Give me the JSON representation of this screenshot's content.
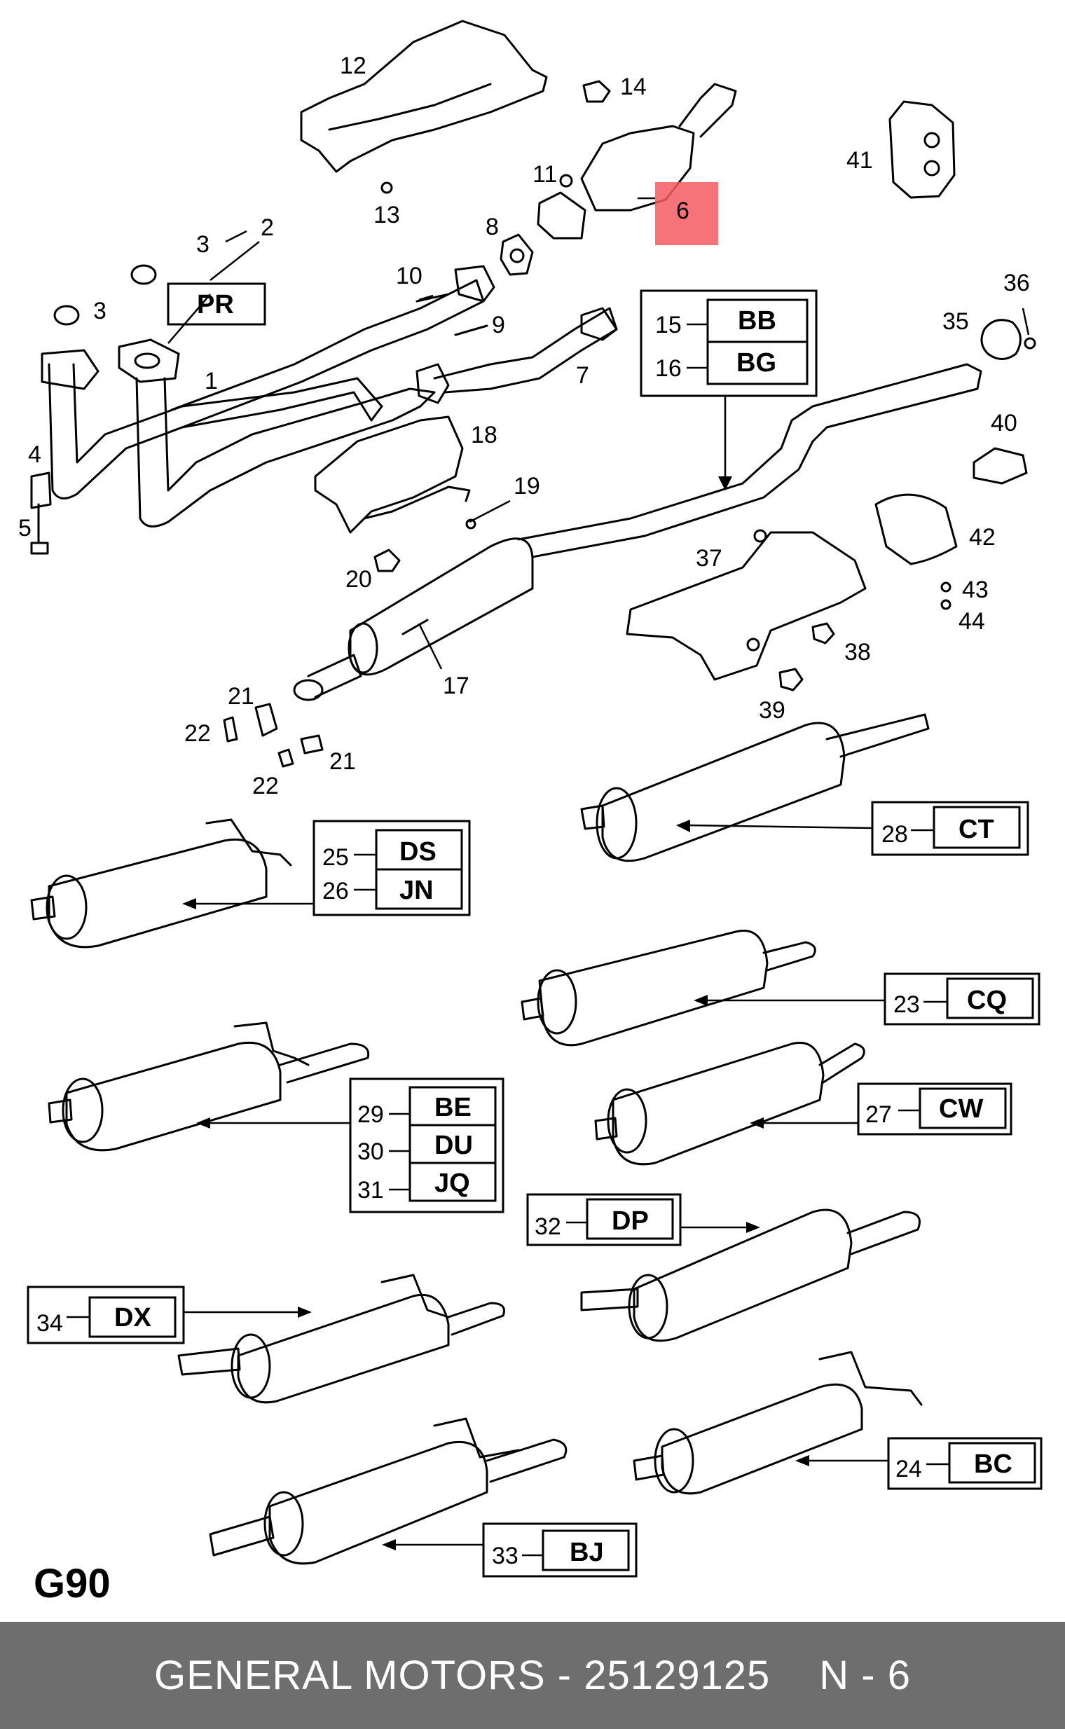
{
  "diagram": {
    "section_code": "G90",
    "highlight_color": "#f45c62",
    "highlighted_callout": "6",
    "callouts": {
      "c1": "1",
      "c2": "2",
      "c3a": "3",
      "c3b": "3",
      "c4": "4",
      "c5": "5",
      "c6": "6",
      "c7": "7",
      "c8": "8",
      "c9": "9",
      "c10": "10",
      "c11": "11",
      "c12": "12",
      "c13": "13",
      "c14": "14",
      "c15": "15",
      "c16": "16",
      "c17": "17",
      "c18": "18",
      "c19": "19",
      "c20": "20",
      "c21a": "21",
      "c21b": "21",
      "c22a": "22",
      "c22b": "22",
      "c23": "23",
      "c24": "24",
      "c25": "25",
      "c26": "26",
      "c27": "27",
      "c28": "28",
      "c29": "29",
      "c30": "30",
      "c31": "31",
      "c32": "32",
      "c33": "33",
      "c34": "34",
      "c35": "35",
      "c36": "36",
      "c37": "37",
      "c38": "38",
      "c39": "39",
      "c40": "40",
      "c41": "41",
      "c42": "42",
      "c43": "43",
      "c44": "44"
    },
    "codes": {
      "pr": "PR",
      "bb": "BB",
      "bg": "BG",
      "ct": "CT",
      "ds": "DS",
      "jn": "JN",
      "cq": "CQ",
      "be": "BE",
      "du": "DU",
      "jq": "JQ",
      "cw": "CW",
      "dp": "DP",
      "dx": "DX",
      "bc": "BC",
      "bj": "BJ"
    }
  },
  "footer": {
    "part_label": "GENERAL MOTORS - 25129125",
    "position_label": "N - 6"
  }
}
